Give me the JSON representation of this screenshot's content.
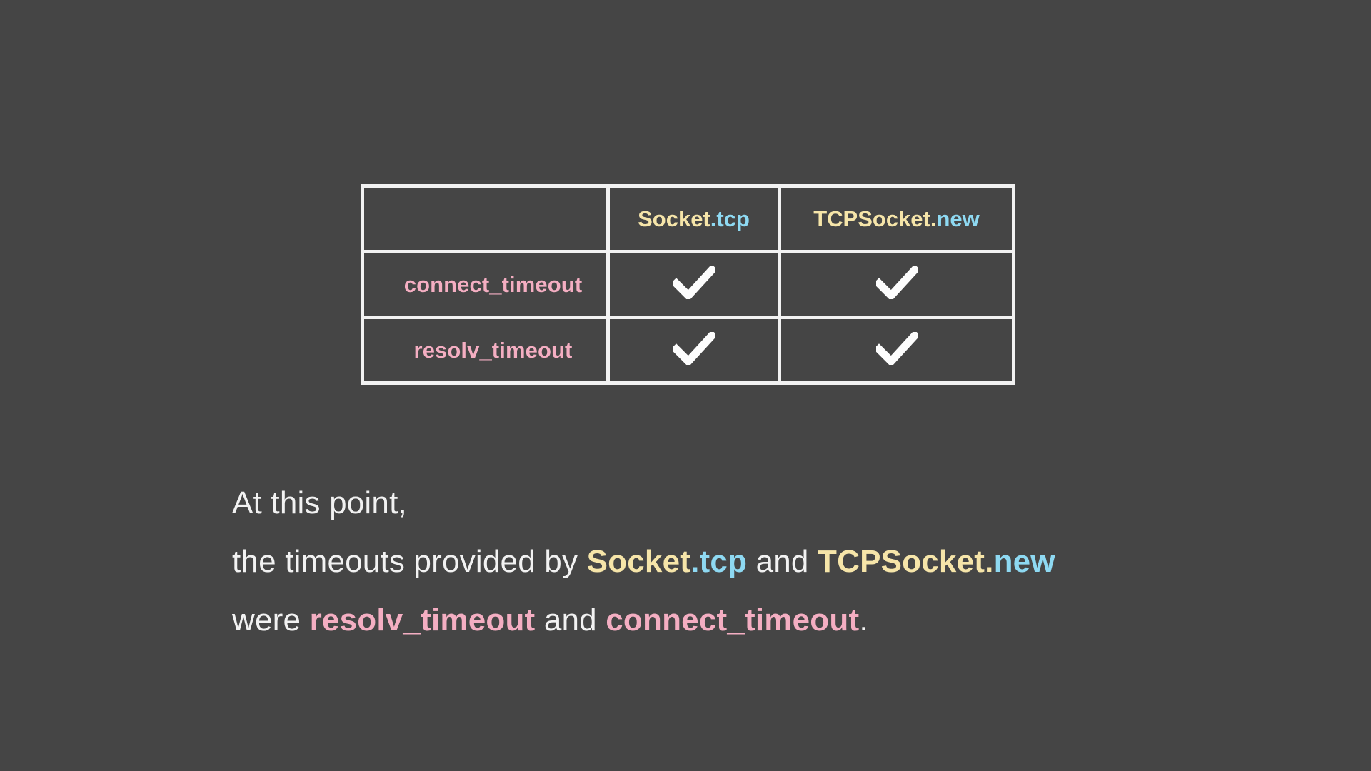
{
  "slide": {
    "background_color": "#454545",
    "text_color": "#f2f2f2"
  },
  "palette": {
    "cream": "#f6e5a9",
    "blue": "#8ed9f2",
    "pink": "#f4aec2",
    "white": "#f2f2f2",
    "border": "#f2f2f2"
  },
  "table": {
    "corner_label": "",
    "columns": [
      {
        "receiver": "Socket",
        "dot": ".",
        "method": "tcp"
      },
      {
        "receiver": "TCPSocket",
        "dot": ".",
        "method": "new"
      }
    ],
    "rows": [
      {
        "label": "connect_timeout",
        "cells": [
          "check",
          "check"
        ]
      },
      {
        "label": "resolv_timeout",
        "cells": [
          "check",
          "check"
        ]
      }
    ],
    "check_glyph": "check-mark-icon"
  },
  "body": {
    "line1": {
      "parts": [
        {
          "text": "At this point,",
          "color": "white",
          "bold": false
        }
      ]
    },
    "line2": {
      "parts": [
        {
          "text": "the timeouts provided by ",
          "color": "white",
          "bold": false
        },
        {
          "text": "Socket",
          "color": "cream",
          "bold": true
        },
        {
          "text": ".",
          "color": "blue",
          "bold": true
        },
        {
          "text": "tcp",
          "color": "blue",
          "bold": true
        },
        {
          "text": " and ",
          "color": "white",
          "bold": false
        },
        {
          "text": "TCPSocket",
          "color": "cream",
          "bold": true
        },
        {
          "text": ".",
          "color": "cream",
          "bold": true
        },
        {
          "text": "new",
          "color": "blue",
          "bold": true
        }
      ]
    },
    "line3": {
      "parts": [
        {
          "text": "were ",
          "color": "white",
          "bold": false
        },
        {
          "text": "resolv_timeout",
          "color": "pink",
          "bold": true
        },
        {
          "text": " and ",
          "color": "white",
          "bold": false
        },
        {
          "text": "connect_timeout",
          "color": "pink",
          "bold": true
        },
        {
          "text": ".",
          "color": "white",
          "bold": false
        }
      ]
    }
  }
}
